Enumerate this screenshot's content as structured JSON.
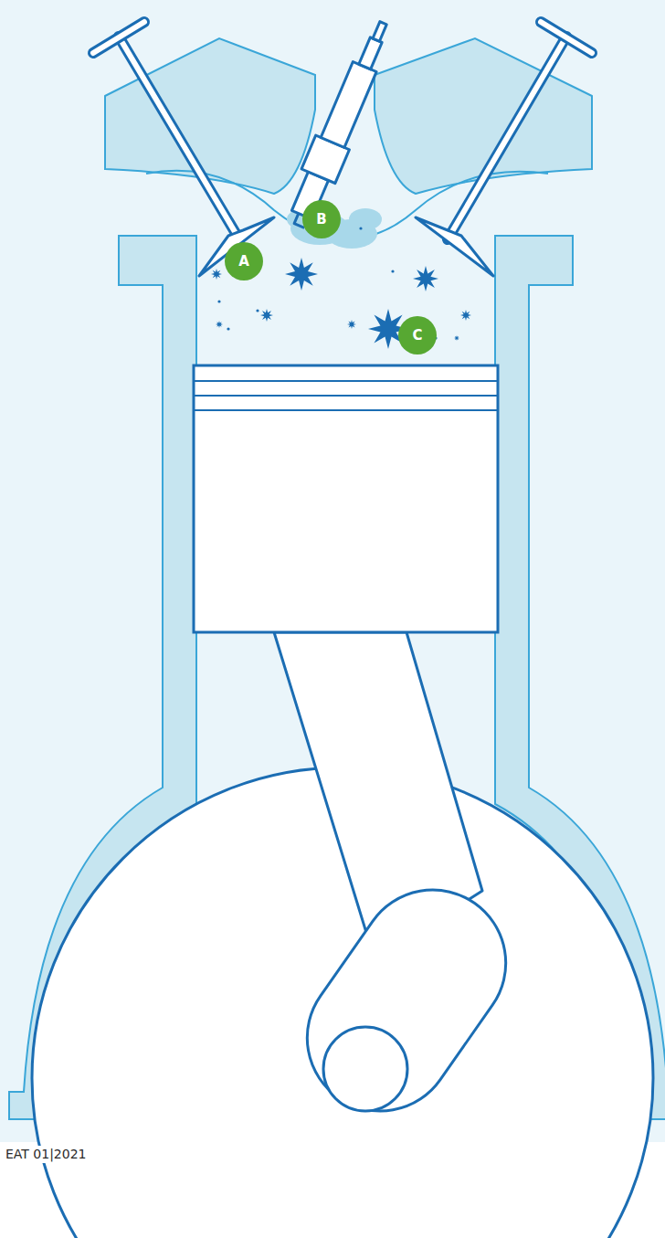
{
  "diagram": {
    "nodes": [
      {
        "text": [
          "A"
        ]
      },
      {
        "text": [
          "B"
        ]
      },
      {
        "text": [
          "C"
        ]
      }
    ],
    "labels": [
      "EAT 01|2021"
    ]
  }
}
